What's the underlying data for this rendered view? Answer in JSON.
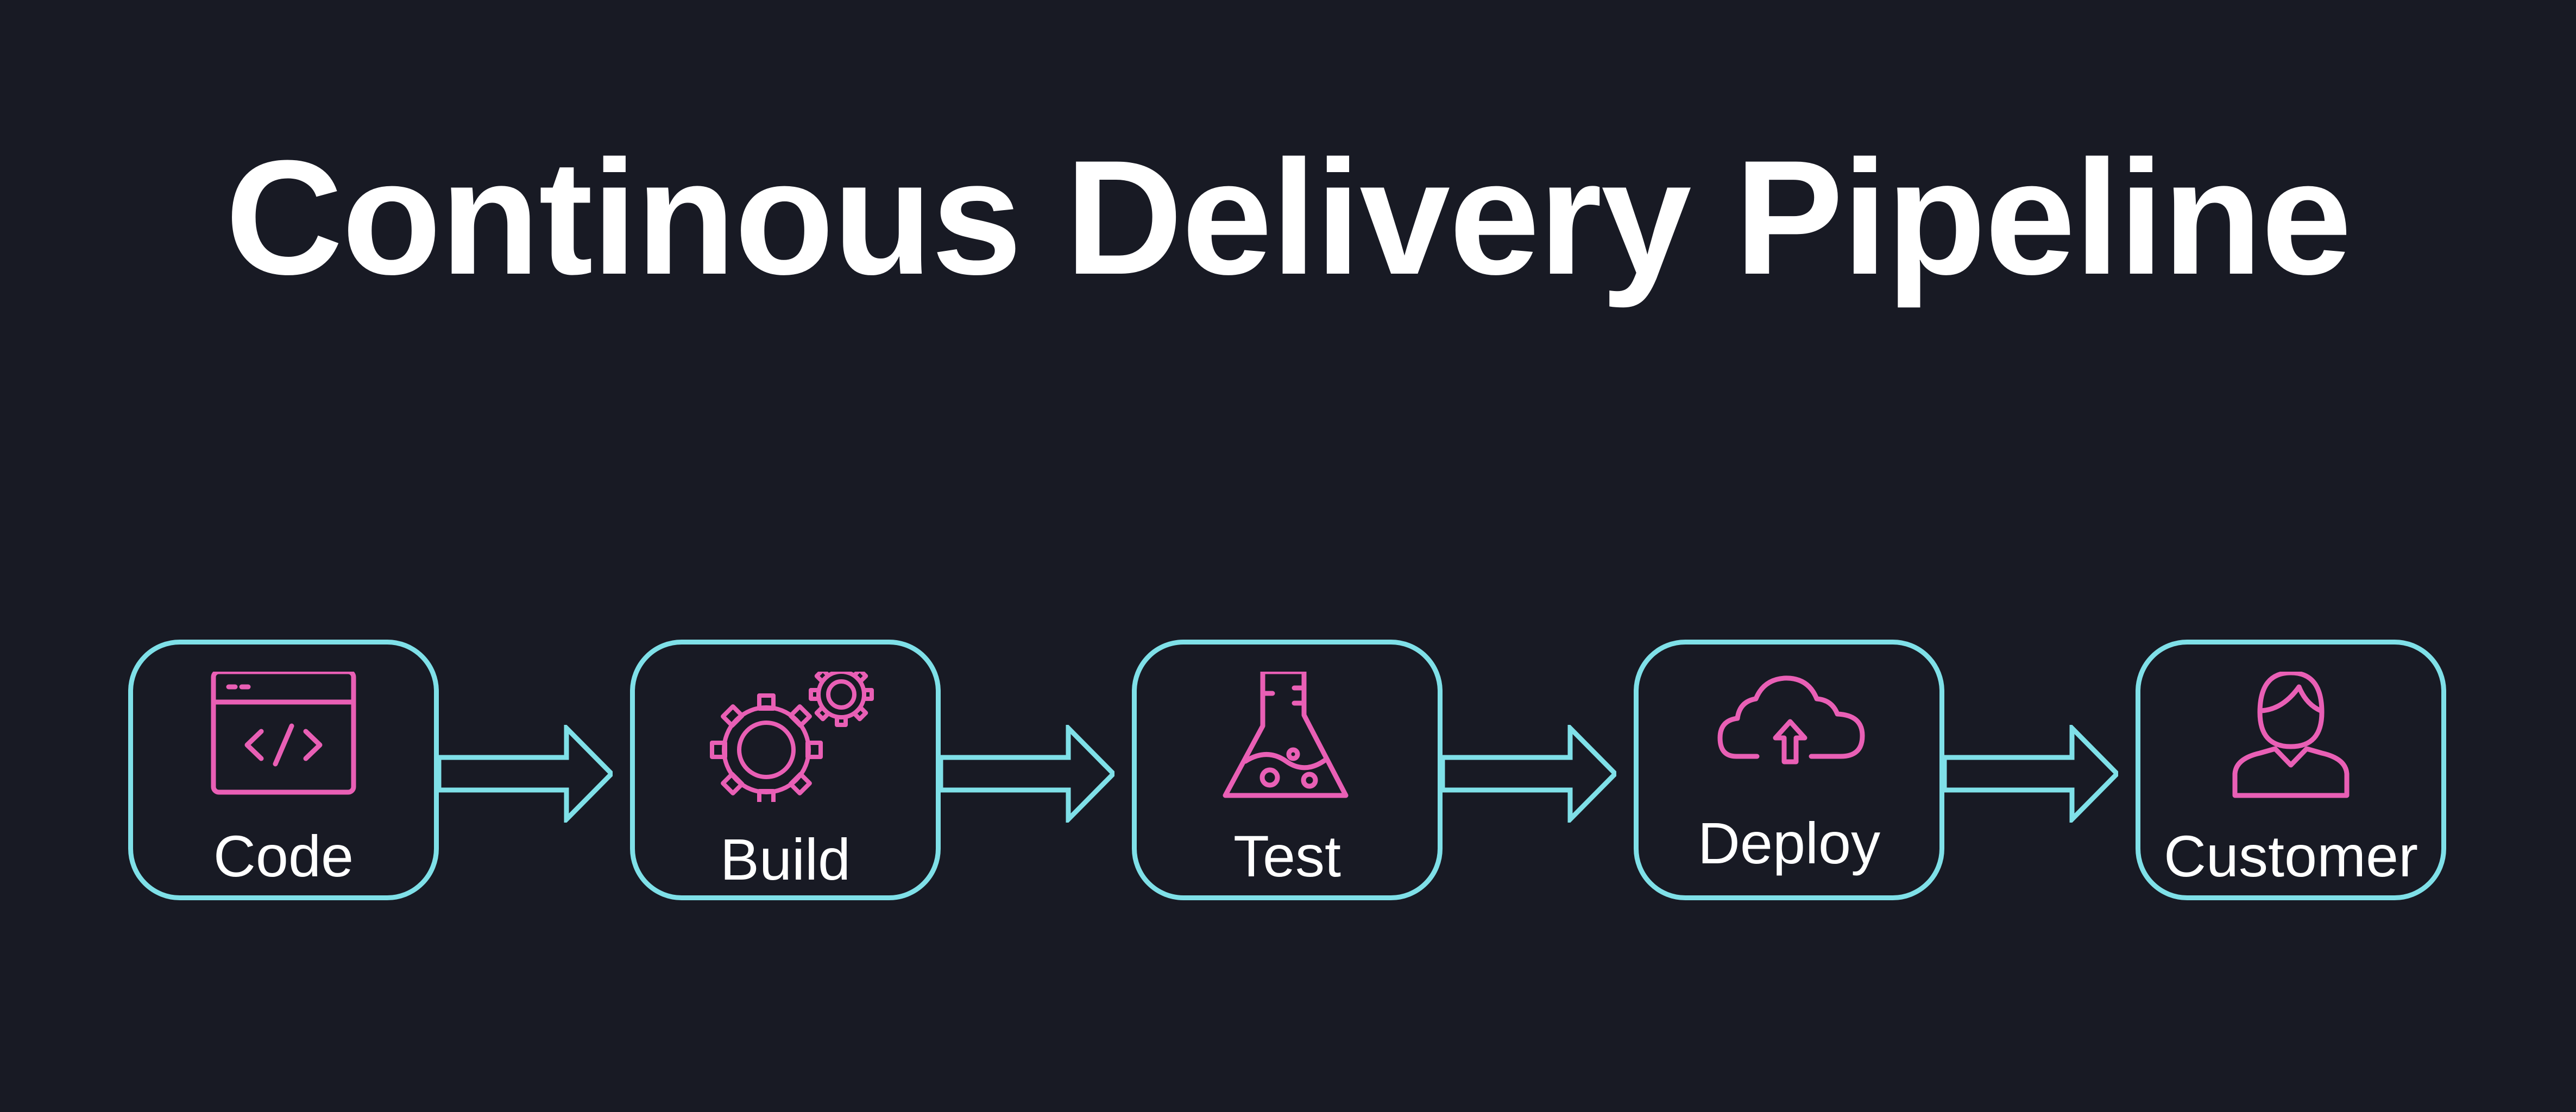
{
  "title": "Continous Delivery Pipeline",
  "colors": {
    "background": "#181a24",
    "box_border": "#7fe0e8",
    "icon": "#e95fb5",
    "text": "#ffffff"
  },
  "stages": [
    {
      "label": "Code",
      "icon": "code-window-icon"
    },
    {
      "label": "Build",
      "icon": "gears-icon"
    },
    {
      "label": "Test",
      "icon": "flask-icon"
    },
    {
      "label": "Deploy",
      "icon": "cloud-upload-icon"
    },
    {
      "label": "Customer",
      "icon": "user-icon"
    }
  ]
}
